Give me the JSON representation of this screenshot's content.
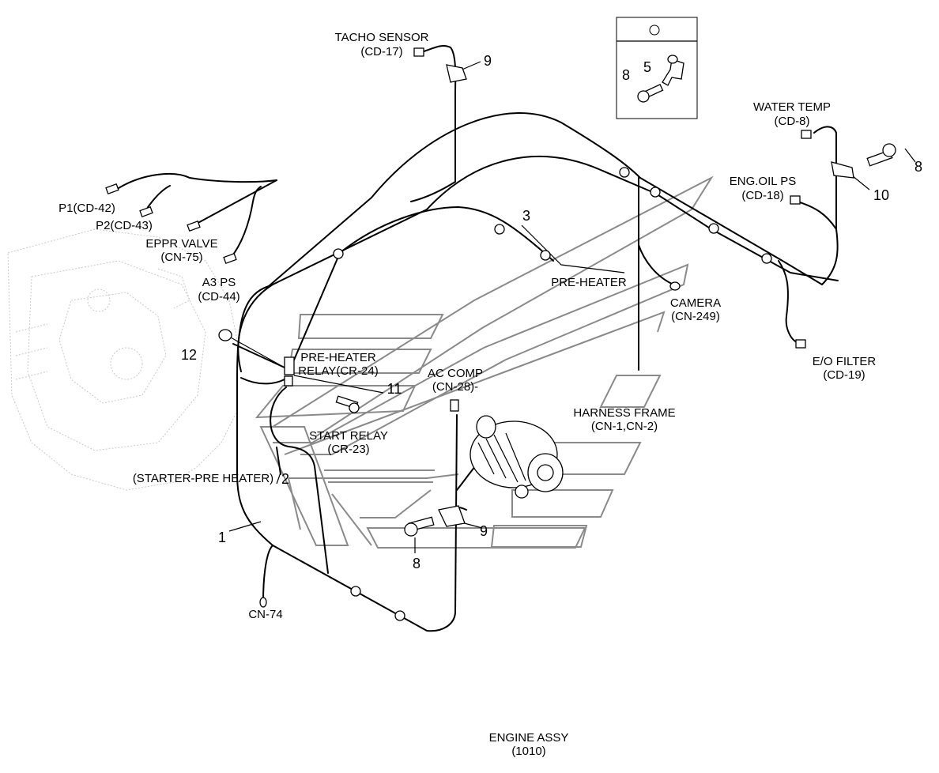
{
  "labels": {
    "tacho_sensor": "TACHO SENSOR",
    "tacho_sensor_code": "(CD-17)",
    "water_temp": "WATER TEMP",
    "water_temp_code": "(CD-8)",
    "eng_oil_ps": "ENG.OIL PS",
    "eng_oil_ps_code": "(CD-18)",
    "p1": "P1(CD-42)",
    "p2": "P2(CD-43)",
    "eppr_valve": "EPPR VALVE",
    "eppr_valve_code": "(CN-75)",
    "a3_ps": "A3 PS",
    "a3_ps_code": "(CD-44)",
    "pre_heater": "PRE-HEATER",
    "camera": "CAMERA",
    "camera_code": "(CN-249)",
    "pre_heater_relay_1": "PRE-HEATER",
    "pre_heater_relay_2": "RELAY(CR-24)",
    "ac_comp": "AC COMP",
    "ac_comp_code": "(CN-28)-",
    "eo_filter": "E/O FILTER",
    "eo_filter_code": "(CD-19)",
    "harness_frame": "HARNESS FRAME",
    "harness_frame_code": "(CN-1,CN-2)",
    "start_relay": "START RELAY",
    "start_relay_code": "(CR-23)",
    "starter_pre_heater": "(STARTER-PRE HEATER)",
    "cn74": "CN-74",
    "engine_assy": "ENGINE ASSY",
    "engine_assy_code": "(1010)"
  },
  "callouts": {
    "n1": "1",
    "n2": "2",
    "n3": "3",
    "n5": "5",
    "n8_detail": "8",
    "n8_right": "8",
    "n8_bottom": "8",
    "n9_top": "9",
    "n9_bottom": "9",
    "n10": "10",
    "n11": "11",
    "n12": "12"
  }
}
